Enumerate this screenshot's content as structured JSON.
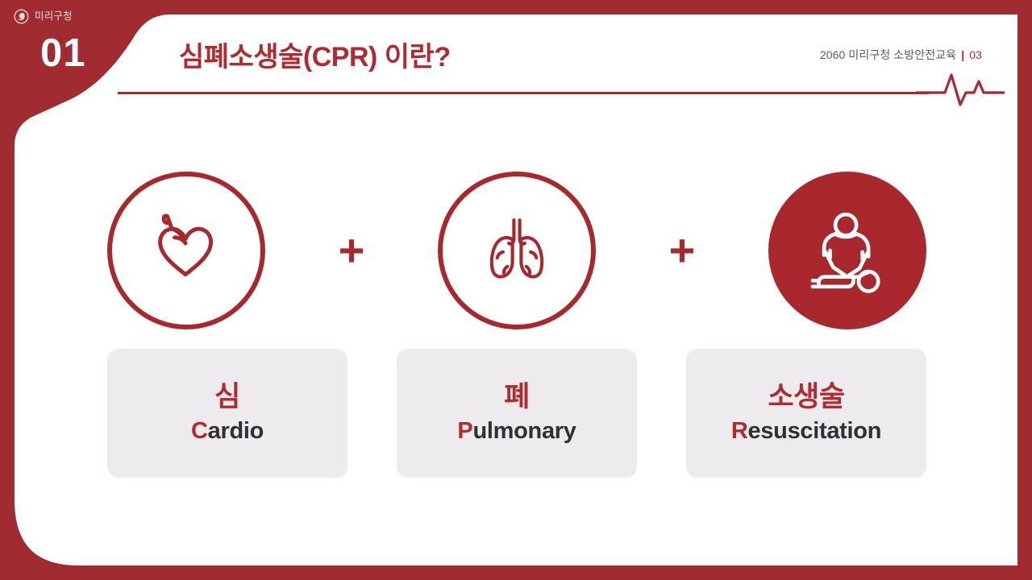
{
  "brand": {
    "name": "미리구청",
    "logo_icon": "swirl-circle-logo"
  },
  "section": {
    "number": "01"
  },
  "header": {
    "title": "심폐소생술(CPR) 이란?",
    "meta_text": "2060 미리구청 소방안전교육",
    "separator": "|",
    "page_number": "03",
    "decoration_icon": "ecg-heartbeat-line"
  },
  "colors": {
    "brand_red": "#A02B31",
    "accent_red": "#A8282E",
    "title_red": "#B02A2F",
    "card_bg": "#EDEBEE",
    "panel_bg": "#FFFFFF",
    "text_dark": "#2F3034"
  },
  "content": {
    "operator": "+",
    "items": [
      {
        "icon": "heart-outline-icon",
        "icon_style": "outline",
        "korean": "심",
        "english_first": "C",
        "english_rest": "ardio"
      },
      {
        "icon": "lungs-outline-icon",
        "icon_style": "outline",
        "korean": "폐",
        "english_first": "P",
        "english_rest": "ulmonary"
      },
      {
        "icon": "cpr-chest-compression-icon",
        "icon_style": "filled",
        "korean": "소생술",
        "english_first": "R",
        "english_rest": "esuscitation"
      }
    ]
  }
}
